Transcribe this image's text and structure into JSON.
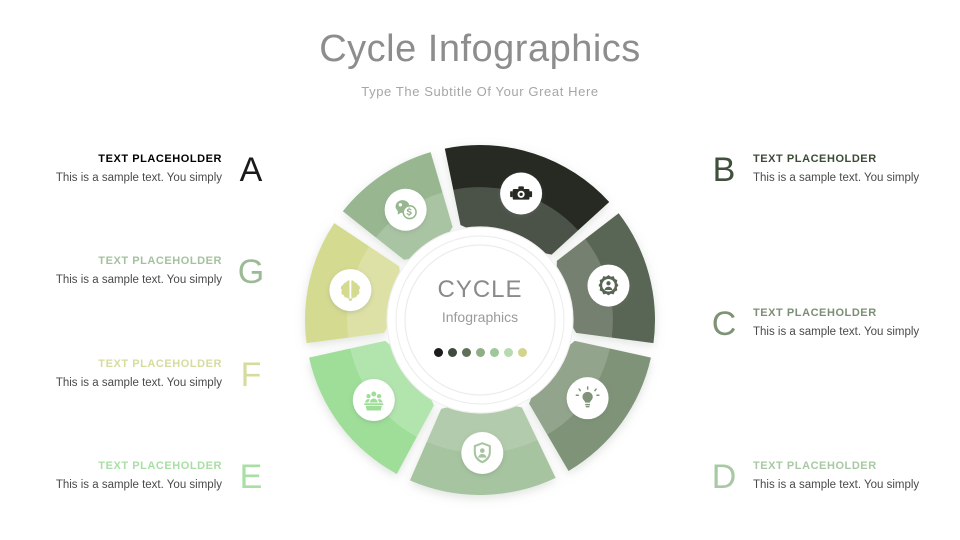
{
  "header": {
    "title": "Cycle Infographics",
    "subtitle": "Type The Subtitle Of Your Great Here"
  },
  "hub": {
    "title": "CYCLE",
    "subtitle": "Infographics",
    "dots": [
      "#1c1c1c",
      "#3e4a3c",
      "#5f7058",
      "#8fae87",
      "#9ec89a",
      "#b6dbb0",
      "#d2d58e"
    ]
  },
  "entries": [
    {
      "letter": "A",
      "placeholder": "TEXT PLACEHOLDER",
      "sample": "This is a sample text. You simply",
      "letter_color": "#1a1a1a",
      "placeholder_color": "#1a1a1a",
      "side": "left"
    },
    {
      "letter": "G",
      "placeholder": "TEXT PLACEHOLDER",
      "sample": "This is a sample text. You simply",
      "letter_color": "#9cba95",
      "placeholder_color": "#a4c29d",
      "side": "left"
    },
    {
      "letter": "F",
      "placeholder": "TEXT PLACEHOLDER",
      "sample": "This is a sample text. You simply",
      "letter_color": "#d5dc9c",
      "placeholder_color": "#d6dc9e",
      "side": "left"
    },
    {
      "letter": "E",
      "placeholder": "TEXT PLACEHOLDER",
      "sample": "This is a sample text. You simply",
      "letter_color": "#a8dfa4",
      "placeholder_color": "#a8dfa4",
      "side": "left"
    },
    {
      "letter": "B",
      "placeholder": "TEXT PLACEHOLDER",
      "sample": "This is a sample text. You simply",
      "letter_color": "#40503c",
      "placeholder_color": "#3c4a38",
      "side": "right"
    },
    {
      "letter": "C",
      "placeholder": "TEXT PLACEHOLDER",
      "sample": "This is a sample text. You simply",
      "letter_color": "#7d9276",
      "placeholder_color": "#7b8f75",
      "side": "right"
    },
    {
      "letter": "D",
      "placeholder": "TEXT PLACEHOLDER",
      "sample": "This is a sample text. You simply",
      "letter_color": "#a9c9a4",
      "placeholder_color": "#a9c9a4",
      "side": "right"
    }
  ],
  "chart_data": {
    "type": "pie",
    "title": "Cycle Infographics",
    "subtitle": "Type The Subtitle Of Your Great Here",
    "segment_count": 7,
    "segments": [
      {
        "key": "A",
        "label": "TEXT PLACEHOLDER",
        "icon": "camera-icon",
        "color": "#262b24",
        "color_inner": "#4c534a",
        "start_angle": -104,
        "end_angle": -40
      },
      {
        "key": "B",
        "label": "TEXT PLACEHOLDER",
        "icon": "gear-user-icon",
        "color": "#5a6655",
        "color_inner": "#75806f",
        "start_angle": -40,
        "end_angle": 10
      },
      {
        "key": "C",
        "label": "TEXT PLACEHOLDER",
        "icon": "lightbulb-idea-icon",
        "color": "#7f9378",
        "color_inner": "#93a48c",
        "start_angle": 10,
        "end_angle": 62
      },
      {
        "key": "D",
        "label": "TEXT PLACEHOLDER",
        "icon": "shield-person-icon",
        "color": "#a6c4a0",
        "color_inner": "#b3cbad",
        "start_angle": 62,
        "end_angle": 116
      },
      {
        "key": "E",
        "label": "TEXT PLACEHOLDER",
        "icon": "team-presentation-icon",
        "color": "#9ede99",
        "color_inner": "#b2e5ad",
        "start_angle": 116,
        "end_angle": 170
      },
      {
        "key": "F",
        "label": "TEXT PLACEHOLDER",
        "icon": "brain-icon",
        "color": "#d5da91",
        "color_inner": "#dde1a6",
        "start_angle": 170,
        "end_angle": 216
      },
      {
        "key": "G",
        "label": "TEXT PLACEHOLDER",
        "icon": "money-coins-icon",
        "color": "#98b791",
        "color_inner": "#a9c4a3",
        "start_angle": 216,
        "end_angle": 256
      }
    ],
    "legend_dots": [
      "#1c1c1c",
      "#3e4a3c",
      "#5f7058",
      "#8fae87",
      "#9ec89a",
      "#b6dbb0",
      "#d2d58e"
    ],
    "center_label": "CYCLE",
    "center_sublabel": "Infographics"
  }
}
